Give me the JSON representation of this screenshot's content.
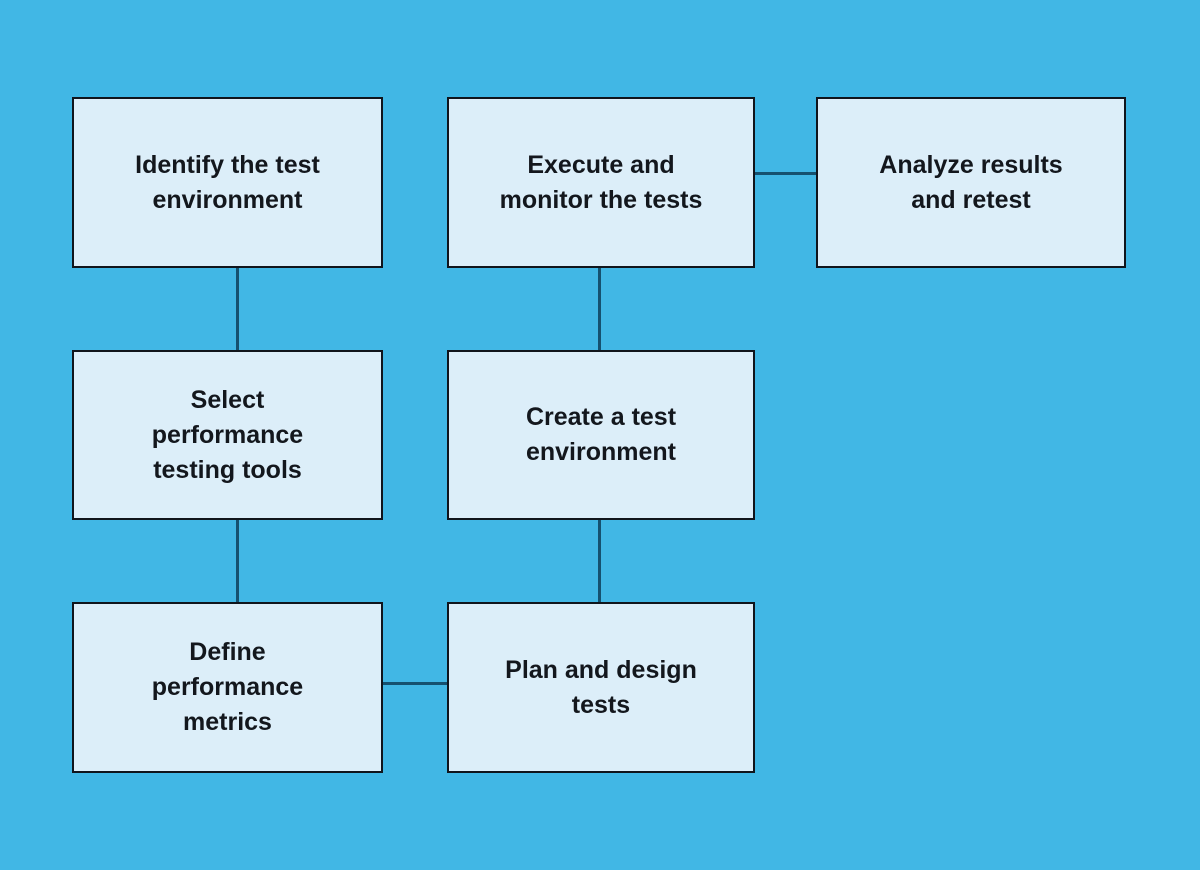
{
  "canvas": {
    "background_color": "#41b7e5",
    "node_fill_color": "#dceef9",
    "node_border_color": "#10151c",
    "connector_color": "#15516f",
    "text_color": "#13171d"
  },
  "diagram": {
    "type": "flowchart",
    "nodes": [
      {
        "id": "identify-test-environment",
        "label": "Identify the test\nenvironment"
      },
      {
        "id": "execute-monitor-tests",
        "label": "Execute and\nmonitor the tests"
      },
      {
        "id": "analyze-results-retest",
        "label": "Analyze results\nand retest"
      },
      {
        "id": "select-performance-testing-tools",
        "label": "Select\nperformance\ntesting tools"
      },
      {
        "id": "create-test-environment",
        "label": "Create a test\nenvironment"
      },
      {
        "id": "define-performance-metrics",
        "label": "Define\nperformance\nmetrics"
      },
      {
        "id": "plan-design-tests",
        "label": "Plan and design\ntests"
      }
    ],
    "edges": [
      {
        "from": "identify-test-environment",
        "to": "select-performance-testing-tools"
      },
      {
        "from": "select-performance-testing-tools",
        "to": "define-performance-metrics"
      },
      {
        "from": "define-performance-metrics",
        "to": "plan-design-tests"
      },
      {
        "from": "plan-design-tests",
        "to": "create-test-environment"
      },
      {
        "from": "create-test-environment",
        "to": "execute-monitor-tests"
      },
      {
        "from": "execute-monitor-tests",
        "to": "analyze-results-retest"
      }
    ]
  }
}
